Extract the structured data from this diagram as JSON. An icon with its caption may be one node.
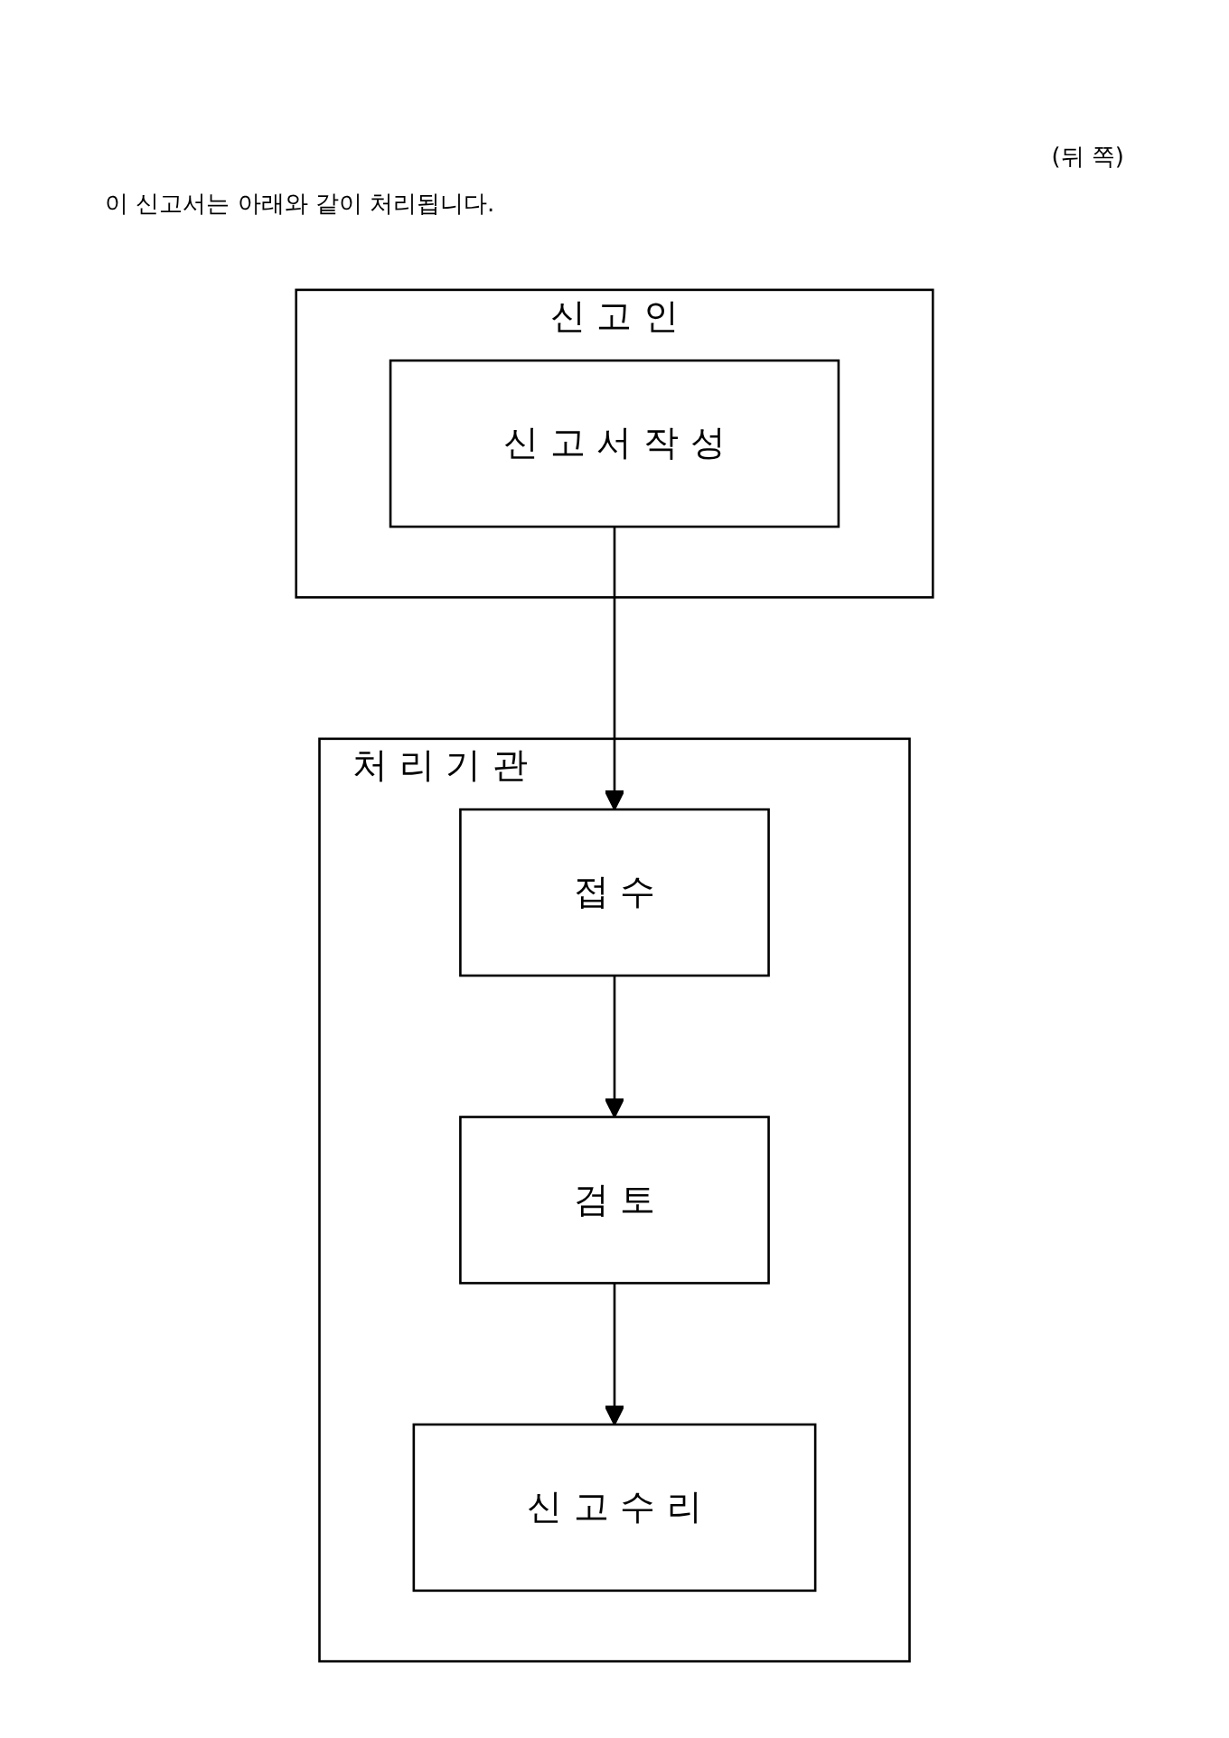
{
  "diagram": {
    "title": "이 신고서는 아래와 같이 처리됩니다.",
    "nodes": [
      {
        "text": [
          "신 고 인"
        ]
      },
      {
        "text": [
          "신 고 서 작 성"
        ],
        "in": 0
      },
      {
        "text": [
          "처 리 기 관"
        ]
      },
      {
        "text": [
          "접 수"
        ],
        "in": 2
      },
      {
        "text": [
          "검 토"
        ],
        "in": 2
      },
      {
        "text": [
          "신 고 수 리"
        ],
        "in": 2
      }
    ],
    "edges": [
      {
        "from": 1,
        "to": 3,
        "arrow": "to"
      },
      {
        "from": 3,
        "to": 4,
        "arrow": "to"
      },
      {
        "from": 4,
        "to": 5,
        "arrow": "to"
      }
    ],
    "labels": [
      "(뒤 쪽)"
    ]
  }
}
